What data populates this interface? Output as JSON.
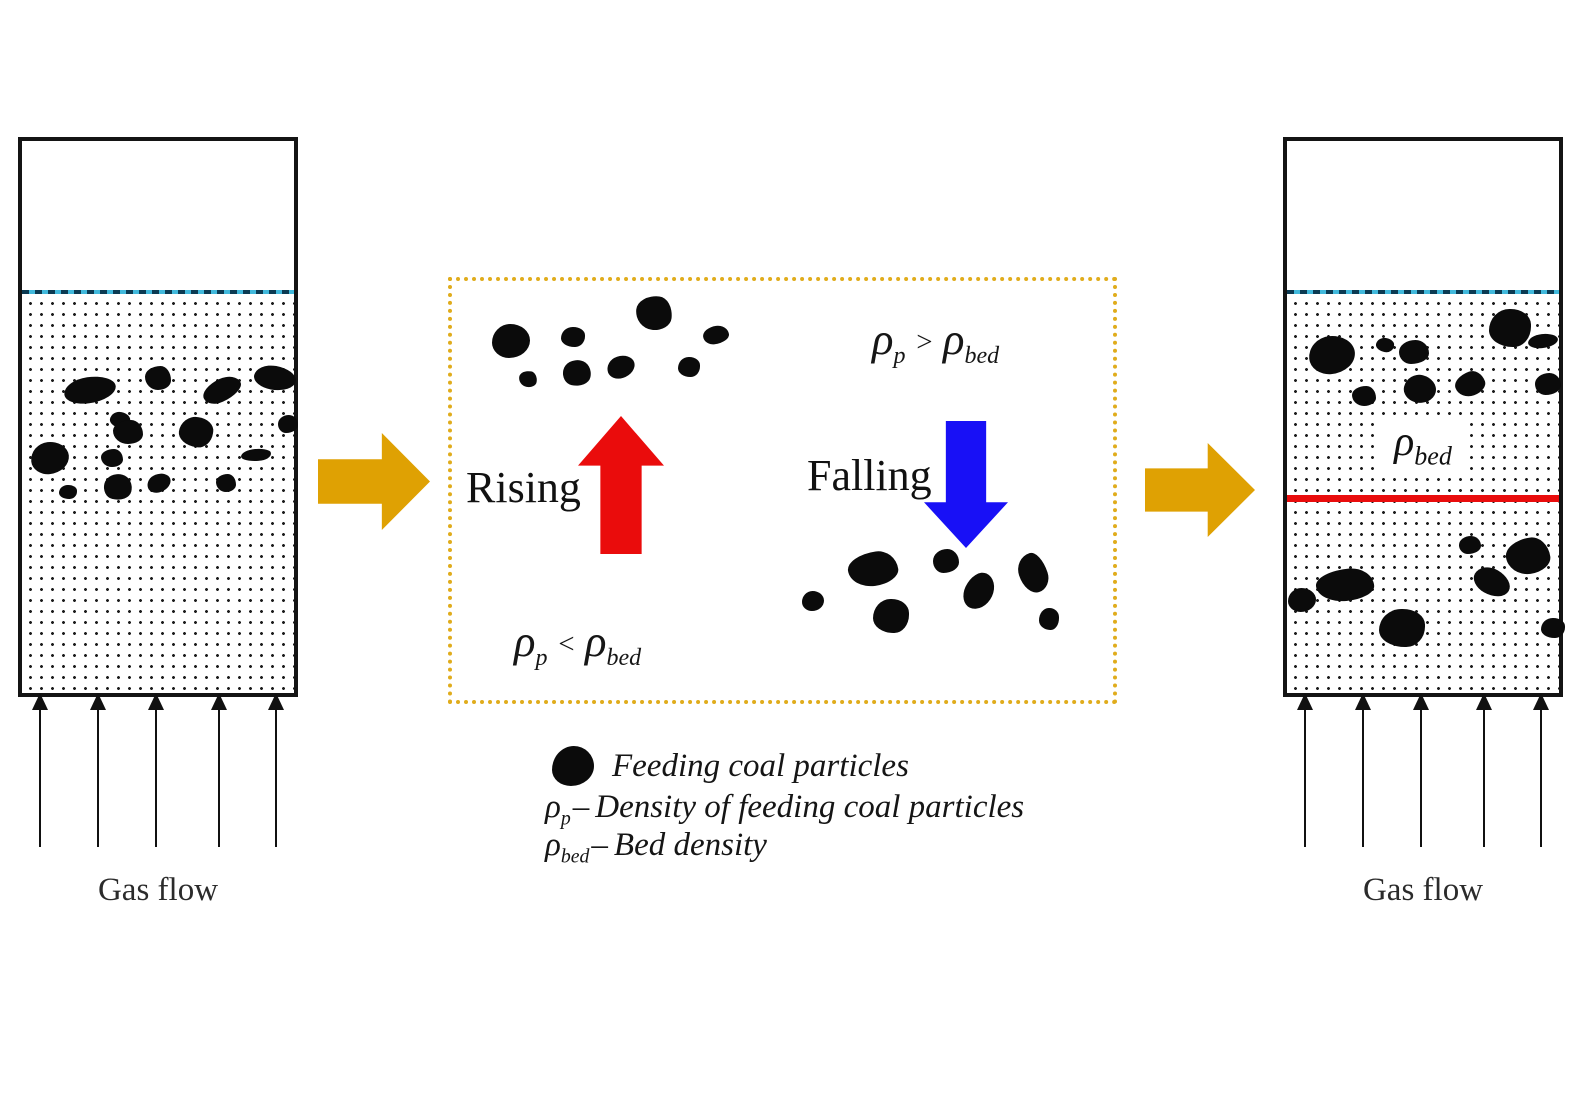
{
  "colors": {
    "gold": "#DFA103",
    "boxborder": "#E0AC1C",
    "red": "#EA0C0C",
    "blue": "#1810F6",
    "surface": "#41B9DC",
    "bedline": "#E90C0C"
  },
  "left_vessel": {
    "gas_flow_label": "Gas flow"
  },
  "right_vessel": {
    "gas_flow_label": "Gas flow",
    "bed_symbol": {
      "rho": "ρ",
      "sub": "bed"
    }
  },
  "process_box": {
    "rising": {
      "label": "Rising",
      "cond": {
        "rho1": "ρ",
        "sub1": "p",
        "op": "<",
        "rho2": "ρ",
        "sub2": "bed"
      }
    },
    "falling": {
      "label": "Falling",
      "cond": {
        "rho1": "ρ",
        "sub1": "p",
        "op": ">",
        "rho2": "ρ",
        "sub2": "bed"
      }
    }
  },
  "legend": {
    "row1": {
      "icon": "coal-particle-icon",
      "text": "Feeding coal particles"
    },
    "row2": {
      "rho": "ρ",
      "sub": "p",
      "sep": "–",
      "text": "Density of feeding coal particles"
    },
    "row3": {
      "rho": "ρ",
      "sub": "bed",
      "sep": "–",
      "text": "Bed density"
    }
  }
}
